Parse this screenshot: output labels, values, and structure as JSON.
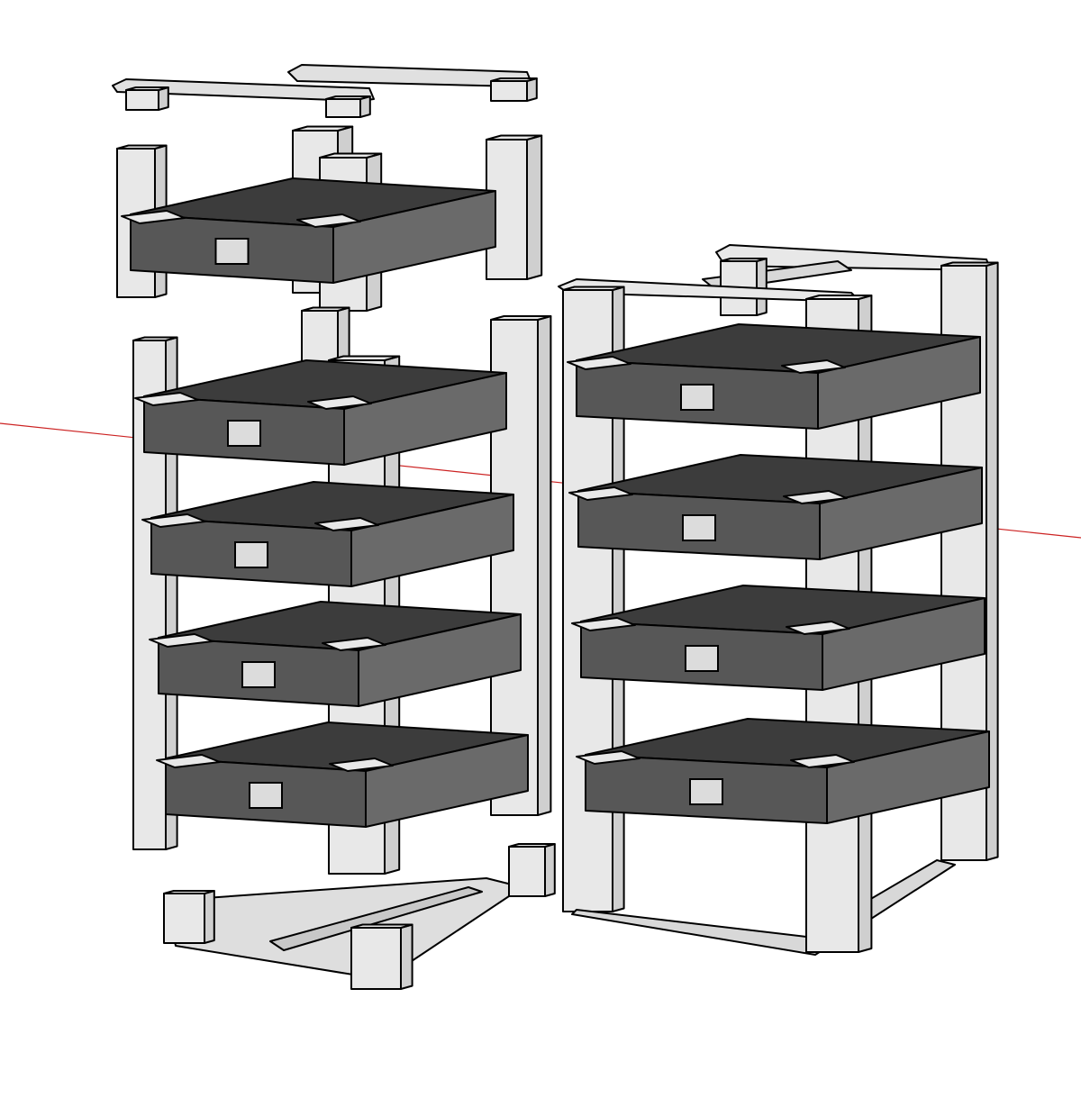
{
  "scene": {
    "description_type": "3d-model-viewport",
    "axis_color": "#cc2222",
    "colors": {
      "frame": "#e8e8e8",
      "frame_shade": "#cfcfcf",
      "drawer_front": "#575757",
      "drawer_top": "#3c3c3c",
      "drawer_side": "#6a6a6a",
      "handle": "#dcdcdc",
      "outline": "#000000"
    },
    "left_tower": {
      "exploded": true,
      "stacked_drawers": 4,
      "top_drawers": 1
    },
    "right_tower": {
      "exploded": false,
      "drawers": 4
    }
  }
}
